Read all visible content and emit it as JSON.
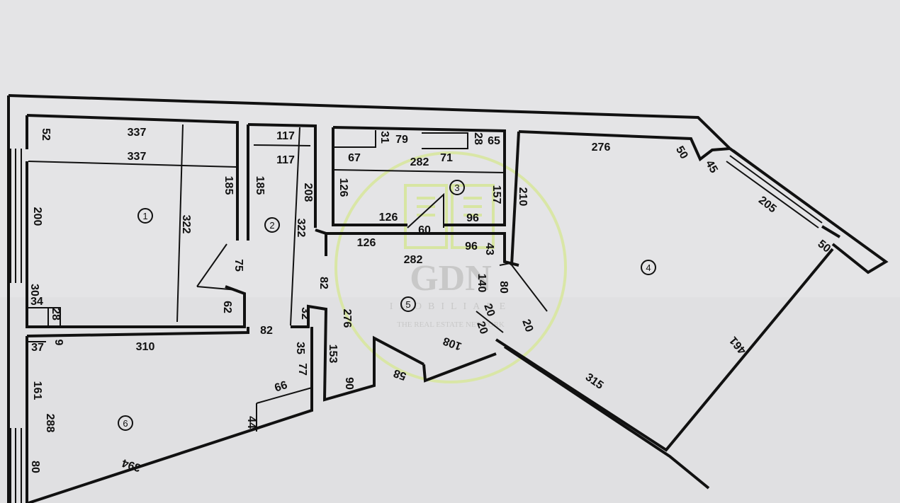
{
  "watermark": {
    "brand": "GDN",
    "sub": "IMOBILIARE",
    "tagline": "THE REAL ESTATE NETWORK",
    "ring_color": "#d9e6a6",
    "text_color": "#c4c4c4"
  },
  "rooms": [
    "1",
    "2",
    "3",
    "4",
    "5",
    "6"
  ],
  "dimensions": {
    "d52": "52",
    "d337a": "337",
    "d337b": "337",
    "d200": "200",
    "d322a": "322",
    "d185a": "185",
    "d185b": "185",
    "d75": "75",
    "d62": "62",
    "d30": "30",
    "d34": "34",
    "d28a": "28",
    "d117a": "117",
    "d117b": "117",
    "d208": "208",
    "d322b": "322",
    "d79": "79",
    "d31": "31",
    "d28b": "28",
    "d65": "65",
    "d67": "67",
    "d71": "71",
    "d282a": "282",
    "d126a": "126",
    "d126b": "126",
    "d157": "157",
    "d60": "60",
    "d96a": "96",
    "d126c": "126",
    "d282b": "282",
    "d96b": "96",
    "d43": "43",
    "d210": "210",
    "d276a": "276",
    "d50a": "50",
    "d45": "45",
    "d205": "205",
    "d50b": "50",
    "d140": "140",
    "d80a": "80",
    "d82a": "82",
    "d82b": "82",
    "d32": "32",
    "d276b": "276",
    "d153": "153",
    "d90": "90",
    "d108": "108",
    "d20a": "20",
    "d20b": "20",
    "d20c": "20",
    "d58": "58",
    "d461": "461",
    "d315": "315",
    "d37": "37",
    "d9": "9",
    "d310": "310",
    "d35": "35",
    "d77": "77",
    "d66": "66",
    "d161": "161",
    "d288": "288",
    "d44": "44",
    "d394": "394",
    "d80b": "80"
  }
}
